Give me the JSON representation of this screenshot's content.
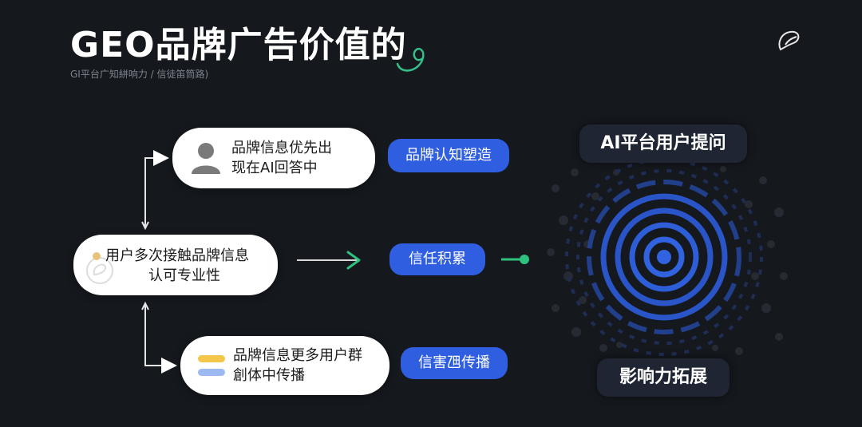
{
  "header": {
    "title": "GEO品牌广告价值的",
    "subtitle": "GI平台广知絣响力 / 信徒笛筒路)"
  },
  "nodes": {
    "top_card": {
      "line1": "品牌信息优先出",
      "line2": "现在AI回答中"
    },
    "middle_card": {
      "line1": "用户多次接触品牌信息",
      "line2": "认可专业性"
    },
    "bottom_card": {
      "line1": "品牌信息更多用户群",
      "line2": "創体中传播"
    }
  },
  "tags": {
    "top": "品牌认知塑造",
    "middle": "信任积累",
    "bottom": "信害乪传播"
  },
  "ai_side": {
    "top_label": "AI平台用户提问",
    "bottom_label": "影响力拓展"
  },
  "colors": {
    "background": "#15181d",
    "pill_blue": "#2f5fe0",
    "connector_green": "#2ec27e",
    "rings_blue": "#2a55c8",
    "swirl_green": "#35c08a"
  },
  "icons": [
    "logo-icon",
    "swirl-icon",
    "user-avatar-icon",
    "watermark-icon",
    "bar-icon",
    "dot-icon",
    "arrow-right-icon",
    "target-rings-icon"
  ]
}
